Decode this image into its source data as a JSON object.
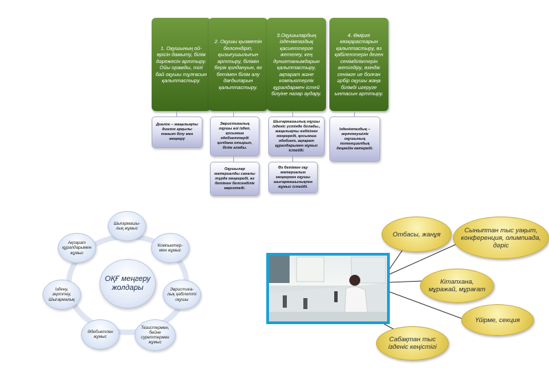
{
  "top_diagram": {
    "headers": [
      "1. Оқушының ой-өрісін дамыту, білім дәрежесін арттыру. Ойы орамды, тілі бай оқушы тұлғасын қалыптастыру.",
      "2. Оқушы қызметін белсендіріп, қызығушылығын арттыру, білімін берік қолдануын, өз бетімен білім алу дағдыларын қалыптастыру.",
      "3.Оқушылардың ізденімпаздық қасиеттерге жетелеу, кең дүниетанымдарын қалыптастыру, ақпарат және компьютерлік құралдармен істей білуіне назар аудару.",
      "4. Өмірге көзқарастарын қалыптастыру, өз қабілеттерін деген сенімділіктерін жетілдіру, өзіндік сенімге ие болған әрбір оқушы жаңа білімді игеруге ынтасын арттыру."
    ],
    "notes_row1": [
      "Диалог – жаңалықты диалог арқылы таныт білу мен меңгеру",
      "Эвристикалық оқушы өзі іздеп, қосымша әдебиеттерді қолдана отырып, білім алады.",
      "Шығармашылық оқушы ізденіс үстінде болады., жаңалықты өздігінен меңгереді, қосымша әдебиет, ақпарат құралдарымен жұмыс істейді.",
      "Ізденімпаздық – зерттеушілік оқушының потенциалдық деңгейін көтереді."
    ],
    "notes_row2": [
      "Оқушылар материалды саналы түрде меңгереді, өз бетімен белсенділік көрсетеді.",
      "Өз бетімен оқу материалын меңгерген оқушы шығармашылықпен жұмыс істейді."
    ]
  },
  "cycle": {
    "center": "ОҚҒ меңгеру жолдары",
    "nodes": [
      "Шығармашы-лық жұмыс",
      "Компьютер-мен жұмыс",
      "Эвристика-лық қабілетті оқушы",
      "Тезистермен, бейне суреттермен жұмыс",
      "Әдебиетпен жұмыс",
      "Іздену, зерттеу, Шығармалық",
      "Ақпарат құралдарымен жұмыс"
    ]
  },
  "photo": {
    "icon": "classroom-photo"
  },
  "ovals": [
    "Отбасы, жанұя",
    "Сыныптан тыс уақыт, конференция, олимпиада, дәріс",
    "Кітапхана, мұражай, мұрағат",
    "Үйірме, секция",
    "Сабақтан тыс ізденіс кеңістігі"
  ]
}
